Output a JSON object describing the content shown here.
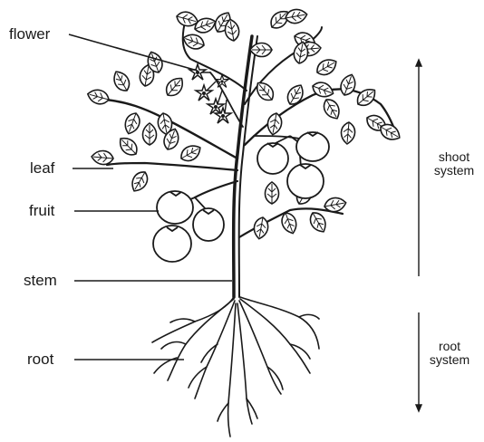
{
  "labels": {
    "flower": "flower",
    "leaf": "leaf",
    "fruit": "fruit",
    "stem": "stem",
    "root": "root"
  },
  "systems": {
    "shoot_line1": "shoot",
    "shoot_line2": "system",
    "root_line1": "root",
    "root_line2": "system"
  },
  "colors": {
    "ink": "#1a1a1a",
    "background": "#ffffff"
  }
}
